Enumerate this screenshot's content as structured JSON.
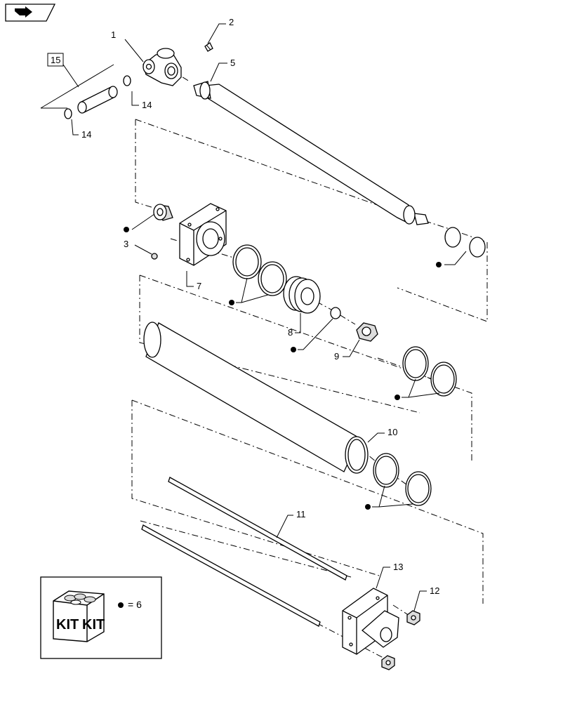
{
  "nav": {
    "icon": "next-page-arrow-icon"
  },
  "callouts": {
    "c1": "1",
    "c2": "2",
    "c3": "3",
    "c5": "5",
    "c7": "7",
    "c8": "8",
    "c9": "9",
    "c10": "10",
    "c11": "11",
    "c12": "12",
    "c13": "13",
    "c14a": "14",
    "c14b": "14",
    "c15": "15"
  },
  "kit": {
    "box_text_left": "KIT",
    "box_text_right": "KIT",
    "legend_equals": "= 6"
  },
  "colors": {
    "line": "#000000",
    "fill_light": "#dcdcdc",
    "background": "#ffffff"
  }
}
